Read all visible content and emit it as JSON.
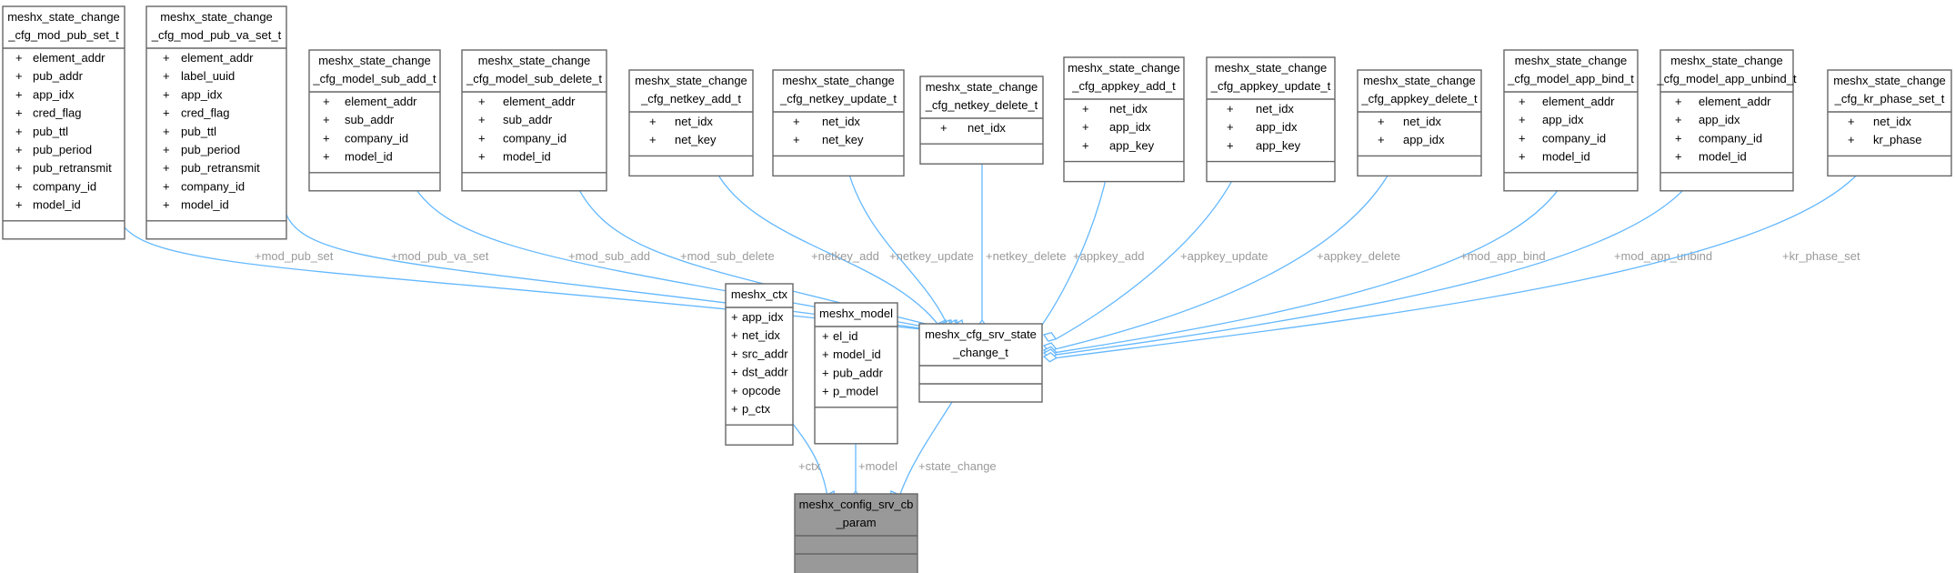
{
  "structs": [
    {
      "id": "pub_set",
      "title": [
        "meshx_state_change",
        "_cfg_mod_pub_set_t"
      ],
      "fields": [
        "element_addr",
        "pub_addr",
        "app_idx",
        "cred_flag",
        "pub_ttl",
        "pub_period",
        "pub_retransmit",
        "company_id",
        "model_id"
      ]
    },
    {
      "id": "pub_va_set",
      "title": [
        "meshx_state_change",
        "_cfg_mod_pub_va_set_t"
      ],
      "fields": [
        "element_addr",
        "label_uuid",
        "app_idx",
        "cred_flag",
        "pub_ttl",
        "pub_period",
        "pub_retransmit",
        "company_id",
        "model_id"
      ]
    },
    {
      "id": "sub_add",
      "title": [
        "meshx_state_change",
        "_cfg_model_sub_add_t"
      ],
      "fields": [
        "element_addr",
        "sub_addr",
        "company_id",
        "model_id"
      ]
    },
    {
      "id": "sub_delete",
      "title": [
        "meshx_state_change",
        "_cfg_model_sub_delete_t"
      ],
      "fields": [
        "element_addr",
        "sub_addr",
        "company_id",
        "model_id"
      ]
    },
    {
      "id": "netkey_add",
      "title": [
        "meshx_state_change",
        "_cfg_netkey_add_t"
      ],
      "fields": [
        "net_idx",
        "net_key"
      ]
    },
    {
      "id": "netkey_update",
      "title": [
        "meshx_state_change",
        "_cfg_netkey_update_t"
      ],
      "fields": [
        "net_idx",
        "net_key"
      ]
    },
    {
      "id": "netkey_delete",
      "title": [
        "meshx_state_change",
        "_cfg_netkey_delete_t"
      ],
      "fields": [
        "net_idx"
      ]
    },
    {
      "id": "appkey_add",
      "title": [
        "meshx_state_change",
        "_cfg_appkey_add_t"
      ],
      "fields": [
        "net_idx",
        "app_idx",
        "app_key"
      ]
    },
    {
      "id": "appkey_update",
      "title": [
        "meshx_state_change",
        "_cfg_appkey_update_t"
      ],
      "fields": [
        "net_idx",
        "app_idx",
        "app_key"
      ]
    },
    {
      "id": "appkey_delete",
      "title": [
        "meshx_state_change",
        "_cfg_appkey_delete_t"
      ],
      "fields": [
        "net_idx",
        "app_idx"
      ]
    },
    {
      "id": "app_bind",
      "title": [
        "meshx_state_change",
        "_cfg_model_app_bind_t"
      ],
      "fields": [
        "element_addr",
        "app_idx",
        "company_id",
        "model_id"
      ]
    },
    {
      "id": "app_unbind",
      "title": [
        "meshx_state_change",
        "_cfg_model_app_unbind_t"
      ],
      "fields": [
        "element_addr",
        "app_idx",
        "company_id",
        "model_id"
      ]
    },
    {
      "id": "kr_phase_set",
      "title": [
        "meshx_state_change",
        "_cfg_kr_phase_set_t"
      ],
      "fields": [
        "net_idx",
        "kr_phase"
      ]
    },
    {
      "id": "ctx",
      "title": [
        "meshx_ctx"
      ],
      "fields": [
        "app_idx",
        "net_idx",
        "src_addr",
        "dst_addr",
        "opcode",
        "p_ctx"
      ]
    },
    {
      "id": "model",
      "title": [
        "meshx_model"
      ],
      "fields": [
        "el_id",
        "model_id",
        "pub_addr",
        "p_model"
      ]
    },
    {
      "id": "state_change",
      "title": [
        "meshx_cfg_srv_state",
        "_change_t"
      ],
      "fields": []
    },
    {
      "id": "cb_param",
      "title": [
        "meshx_config_srv_cb",
        "_param"
      ],
      "fields": [],
      "highlight": true
    }
  ],
  "edges": [
    {
      "from": "pub_set",
      "to": "state_change",
      "label": "+mod_pub_set"
    },
    {
      "from": "pub_va_set",
      "to": "state_change",
      "label": "+mod_pub_va_set"
    },
    {
      "from": "sub_add",
      "to": "state_change",
      "label": "+mod_sub_add"
    },
    {
      "from": "sub_delete",
      "to": "state_change",
      "label": "+mod_sub_delete"
    },
    {
      "from": "netkey_add",
      "to": "state_change",
      "label": "+netkey_add"
    },
    {
      "from": "netkey_update",
      "to": "state_change",
      "label": "+netkey_update"
    },
    {
      "from": "netkey_delete",
      "to": "state_change",
      "label": "+netkey_delete"
    },
    {
      "from": "appkey_add",
      "to": "state_change",
      "label": "+appkey_add"
    },
    {
      "from": "appkey_update",
      "to": "state_change",
      "label": "+appkey_update"
    },
    {
      "from": "appkey_delete",
      "to": "state_change",
      "label": "+appkey_delete"
    },
    {
      "from": "app_bind",
      "to": "state_change",
      "label": "+mod_app_bind"
    },
    {
      "from": "app_unbind",
      "to": "state_change",
      "label": "+mod_app_unbind"
    },
    {
      "from": "kr_phase_set",
      "to": "state_change",
      "label": "+kr_phase_set"
    },
    {
      "from": "ctx",
      "to": "cb_param",
      "label": "+ctx"
    },
    {
      "from": "model",
      "to": "cb_param",
      "label": "+model"
    },
    {
      "from": "state_change",
      "to": "cb_param",
      "label": "+state_change"
    }
  ],
  "field_prefix": "+",
  "colors": {
    "edge": "#63b8ff",
    "border": "#666666",
    "highlight_fill": "#999999",
    "edge_label": "#9a9a9a"
  }
}
